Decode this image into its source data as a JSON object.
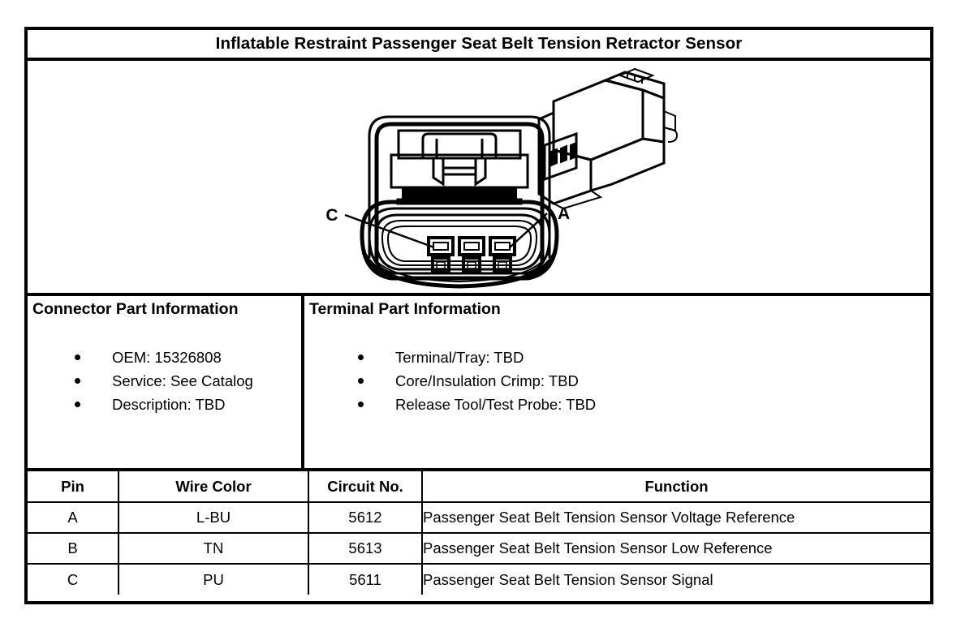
{
  "document": {
    "title": "Inflatable Restraint Passenger Seat Belt Tension Retractor Sensor"
  },
  "figure": {
    "face_view_label": "connector-face-view",
    "body_view_label": "connector-body-3d-view",
    "pin_callouts": [
      {
        "label": "C",
        "side": "left"
      },
      {
        "label": "A",
        "side": "right"
      }
    ],
    "cavity_count": 3
  },
  "connector_part_information": {
    "heading": "Connector Part Information",
    "items": [
      "OEM: 15326808",
      "Service: See Catalog",
      "Description: TBD"
    ]
  },
  "terminal_part_information": {
    "heading": "Terminal Part Information",
    "items": [
      "Terminal/Tray: TBD",
      "Core/Insulation Crimp: TBD",
      "Release Tool/Test Probe: TBD"
    ]
  },
  "pin_table": {
    "columns": [
      "Pin",
      "Wire Color",
      "Circuit No.",
      "Function"
    ],
    "rows": [
      {
        "pin": "A",
        "wire_color": "L-BU",
        "circuit_no": "5612",
        "function": "Passenger Seat Belt Tension Sensor Voltage Reference"
      },
      {
        "pin": "B",
        "wire_color": "TN",
        "circuit_no": "5613",
        "function": "Passenger Seat Belt Tension Sensor Low Reference"
      },
      {
        "pin": "C",
        "wire_color": "PU",
        "circuit_no": "5611",
        "function": "Passenger Seat Belt Tension Sensor Signal"
      }
    ]
  },
  "colors": {
    "ink": "#000000",
    "paper": "#ffffff"
  }
}
